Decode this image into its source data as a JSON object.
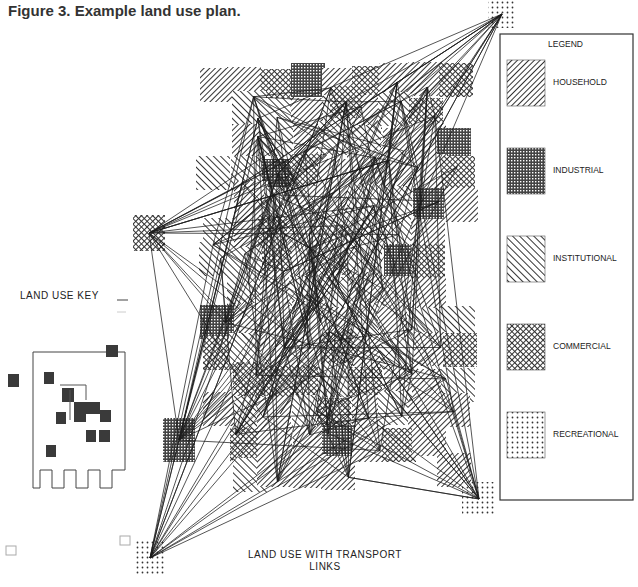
{
  "diagram": {
    "title": "Figure 3. Example land use plan.",
    "labels": [
      "LAND USE KEY",
      "LAND USE WITH TRANSPORT LINKS",
      "LEGEND"
    ],
    "legend": [
      {
        "text": "HOUSEHOLD"
      },
      {
        "text": "INDUSTRIAL"
      },
      {
        "text": "INSTITUTIONAL"
      },
      {
        "text": "COMMERCIAL"
      },
      {
        "text": "RECREATIONAL"
      }
    ]
  }
}
